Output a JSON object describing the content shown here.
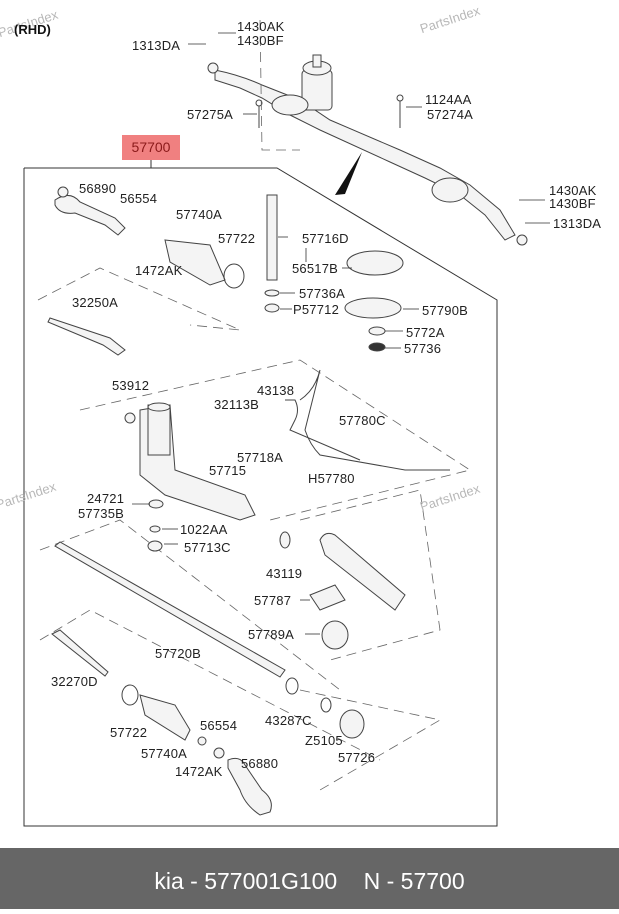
{
  "diagram": {
    "variant_label": "(RHD)",
    "watermark": "PartsIndex",
    "highlighted_part": "57700",
    "labels": {
      "p1430AK_top": "1430AK",
      "p1430BF_top": "1430BF",
      "p1313DA_top": "1313DA",
      "p57275A": "57275A",
      "p1124AA": "1124AA",
      "p57274A": "57274A",
      "p1430AK_right": "1430AK",
      "p1430BF_right": "1430BF",
      "p1313DA_right": "1313DA",
      "p56890": "56890",
      "p56554_top": "56554",
      "p57740A_top": "57740A",
      "p57722_top": "57722",
      "p1472AK_top": "1472AK",
      "p57716D": "57716D",
      "p56517B": "56517B",
      "p57736A": "57736A",
      "pP57712": "P57712",
      "p57790B": "57790B",
      "p5772A": "5772A",
      "p57736": "57736",
      "p32250A": "32250A",
      "p53912": "53912",
      "p43138": "43138",
      "p32113B": "32113B",
      "p57780C": "57780C",
      "p57718A": "57718A",
      "p57715": "57715",
      "pH57780": "H57780",
      "p24721": "24721",
      "p57735B": "57735B",
      "p1022AA": "1022AA",
      "p57713C": "57713C",
      "p43119": "43119",
      "p57787": "57787",
      "p57789A": "57789A",
      "p57720B": "57720B",
      "p32270D": "32270D",
      "p57722_bottom": "57722",
      "p57740A_bottom": "57740A",
      "p56554_bottom": "56554",
      "p1472AK_bottom": "1472AK",
      "p56880": "56880",
      "p43287C": "43287C",
      "pZ5105": "Z5105",
      "p57726": "57726"
    }
  },
  "footer": {
    "brand_part": "kia - 577001G100",
    "ref": "N - 57700"
  }
}
